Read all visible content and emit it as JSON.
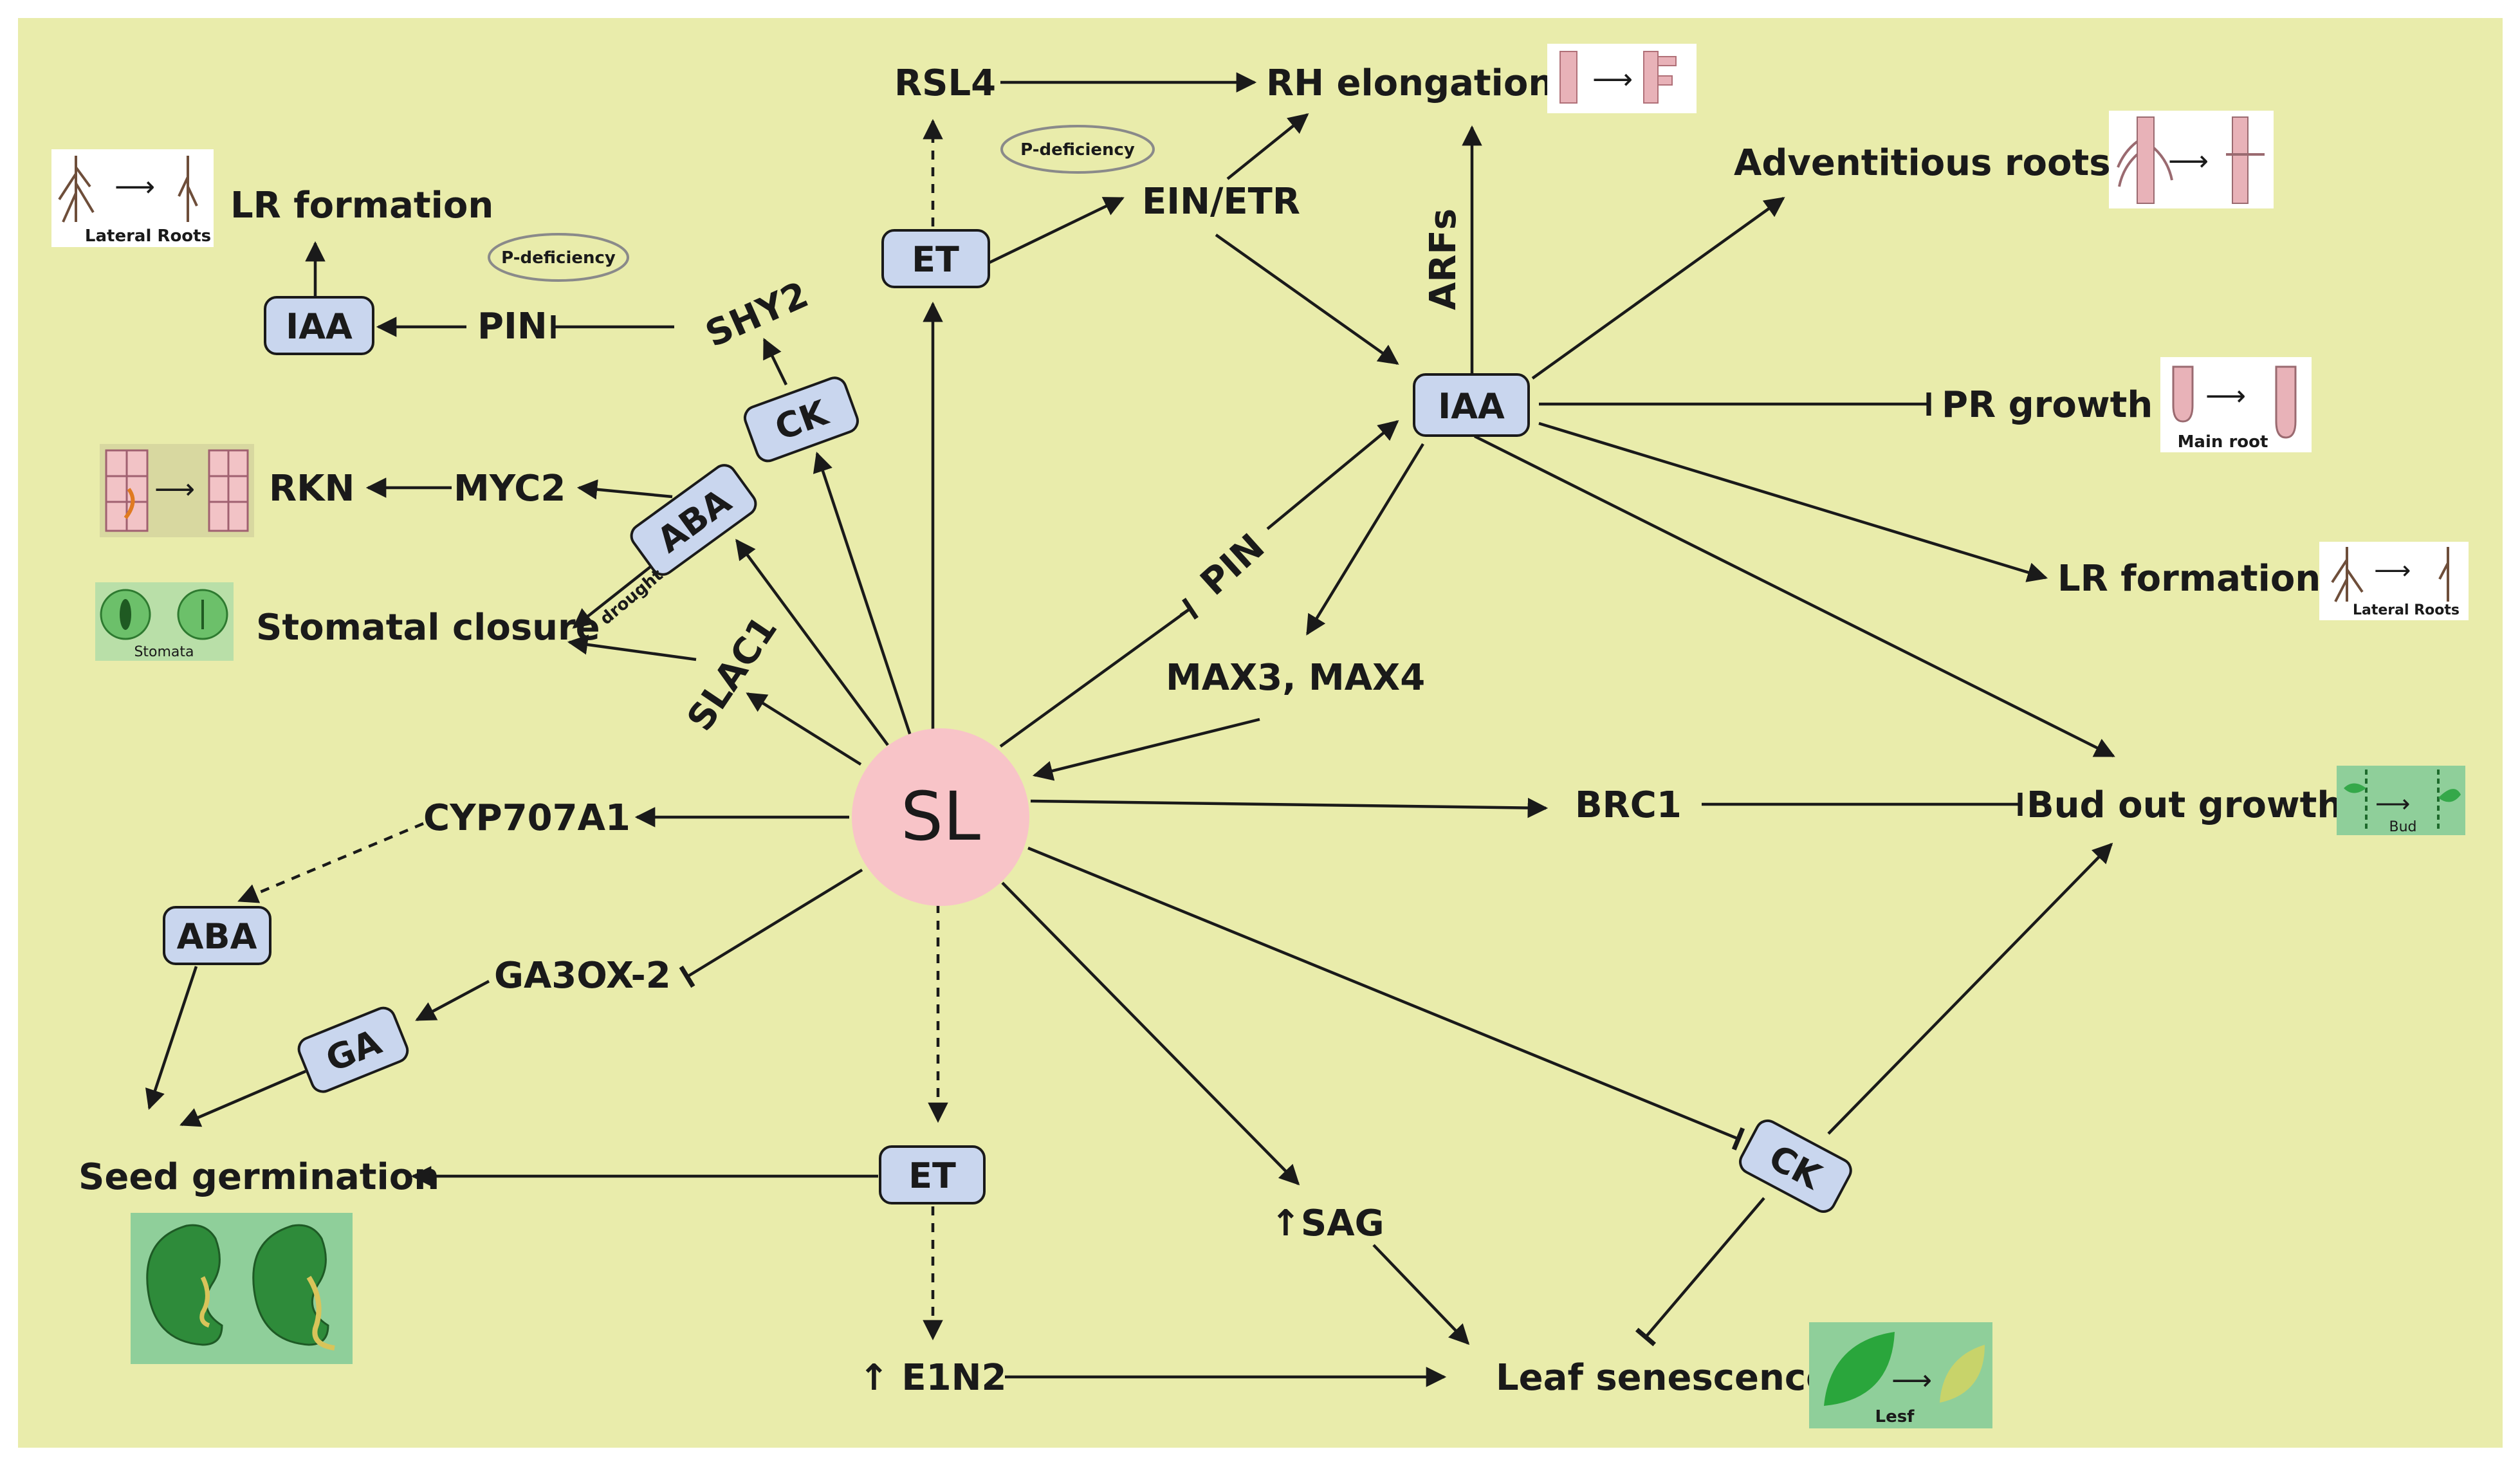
{
  "center": {
    "label": "SL"
  },
  "boxes": {
    "iaa_left": "IAA",
    "ck_top": "CK",
    "aba_top": "ABA",
    "et_top": "ET",
    "iaa_right": "IAA",
    "aba_bottom": "ABA",
    "ga": "GA",
    "et_bottom": "ET",
    "ck_bottom": "CK"
  },
  "labels": {
    "rsl4": "RSL4",
    "rh_elongation": "RH elongation",
    "ein_etr": "EIN/ETR",
    "p_deficiency_top": "P-deficiency",
    "p_deficiency_left": "P-deficiency",
    "adventitious_roots": "Adventitious roots",
    "arfs": "ARFs",
    "lr_formation_left": "LR formation",
    "pin_left": "PIN",
    "shy2": "SHY2",
    "pr_growth": "PR growth",
    "rkn": "RKN",
    "myc2": "MYC2",
    "drought": "drought",
    "stomatal_closure": "Stomatal closure",
    "slac1": "SLAC1",
    "pin_mid": "PIN",
    "lr_formation_right": "LR formation",
    "max34": "MAX3, MAX4",
    "cyp707a1": "CYP707A1",
    "brc1": "BRC1",
    "bud_out_growth": "Bud out growth",
    "ga3ox2": "GA3OX-2",
    "seed_germination": "Seed germination",
    "sag": "↑SAG",
    "ein2": "↑ E1N2",
    "leaf_senescence": "Leaf senescence"
  },
  "thumb_captions": {
    "lateral_roots_left": "Lateral Roots",
    "main_root": "Main root",
    "lateral_roots_right": "Lateral Roots",
    "stomata": "Stomata",
    "bud": "Bud",
    "leaf": "Lesf"
  },
  "colors": {
    "background": "#e9ecab",
    "node_fill": "#c9d6ee",
    "center_fill": "#f8c4c8",
    "root_pink": "#e8b2b8",
    "leaf_green": "#35a84a",
    "thumb_green": "#8fcf9a"
  }
}
